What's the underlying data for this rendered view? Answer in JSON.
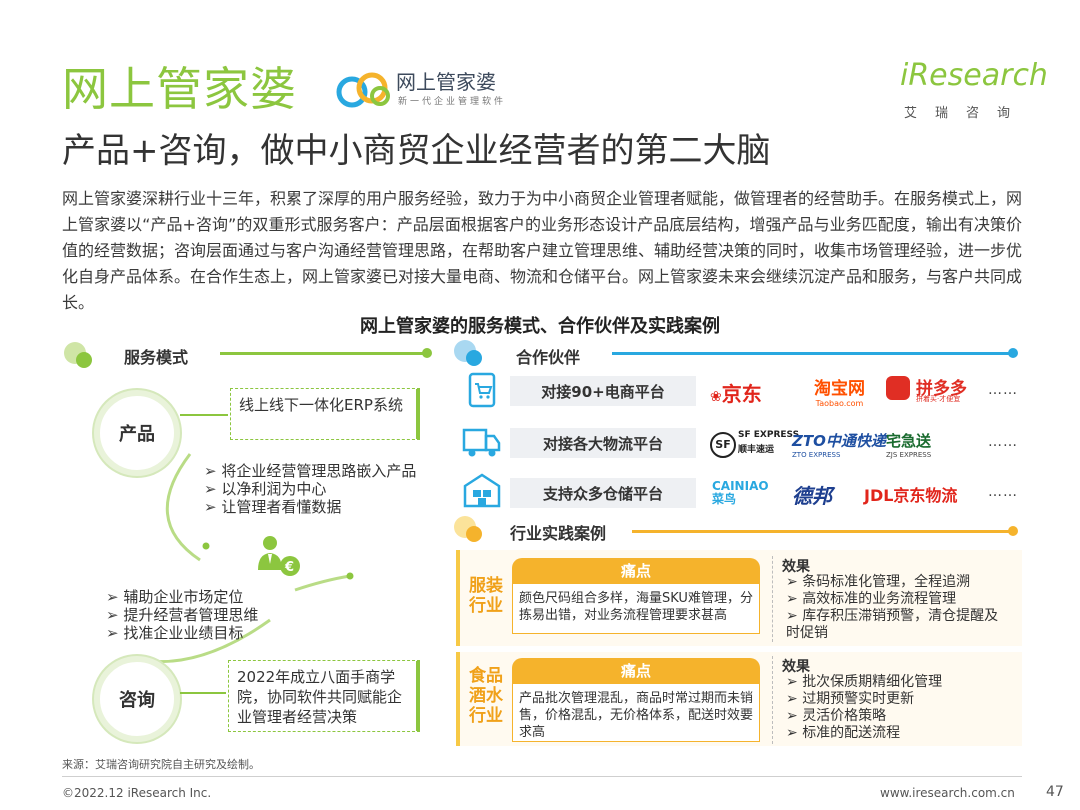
{
  "header": {
    "brand_title": "网上管家婆",
    "logo_name": "网上管家婆",
    "logo_tagline": "新一代企业管理软件",
    "logo_mark": "EQ",
    "ires_main": "iResearch",
    "ires_sub": "艾瑞咨询",
    "subtitle": "产品+咨询，做中小商贸企业经营者的第二大脑"
  },
  "intro": "网上管家婆深耕行业十三年，积累了深厚的用户服务经验，致力于为中小商贸企业管理者赋能，做管理者的经营助手。在服务模式上，网上管家婆以“产品+咨询”的双重形式服务客户：产品层面根据客户的业务形态设计产品底层结构，增强产品与业务匹配度，输出有决策价值的经营数据；咨询层面通过与客户沟通经营管理思路，在帮助客户建立管理思维、辅助经营决策的同时，收集市场管理经验，进一步优化自身产品体系。在合作生态上，网上管家婆已对接大量电商、物流和仓储平台。网上管家婆未来会继续沉淀产品和服务，与客户共同成长。",
  "figure_title": "网上管家婆的服务模式、合作伙伴及实践案例",
  "service": {
    "label": "服务模式",
    "product": {
      "node": "产品",
      "box": "线上线下一体化ERP系统",
      "points": [
        "将企业经营管理思路嵌入产品",
        "以净利润为中心",
        "让管理者看懂数据"
      ]
    },
    "consult": {
      "node": "咨询",
      "points": [
        "辅助企业市场定位",
        "提升经营者管理思维",
        "找准企业业绩目标"
      ],
      "box": "2022年成立八面手商学院，协同软件共同赋能企业管理者经营决策"
    }
  },
  "partners": {
    "label": "合作伙伴",
    "rows": [
      {
        "pill": "对接90+电商平台",
        "logos": [
          "京东",
          "淘宝网",
          "拼多多"
        ],
        "logo_subs": [
          "",
          "Taobao.com",
          "拼着买·才便宜"
        ]
      },
      {
        "pill": "对接各大物流平台",
        "logos": [
          "SF EXPRESS",
          "ZTO中通快递",
          "宅急送"
        ],
        "logo_subs": [
          "顺丰速运",
          "ZTO EXPRESS",
          "ZJS EXPRESS"
        ]
      },
      {
        "pill": "支持众多仓储平台",
        "logos": [
          "CAINIAO 菜鸟",
          "德邦",
          "JDL京东物流"
        ],
        "logo_subs": [
          "",
          "",
          ""
        ]
      }
    ],
    "more": "……",
    "colors": {
      "jd": "#e1251b",
      "taobao": "#ff5000",
      "pdd": "#e02e24",
      "zto": "#1e4fa1",
      "deppon": "#1e3f8f",
      "jdl": "#e1251b"
    }
  },
  "cases": {
    "label": "行业实践案例",
    "pain_head": "痛点",
    "effect_head": "效果",
    "items": [
      {
        "industry": "服装行业",
        "pain": "颜色尺码组合多样，海量SKU难管理，分拣易出错，对业务流程管理要求甚高",
        "effects": [
          "条码标准化管理，全程追溯",
          "高效标准的业务流程管理",
          "库存积压滞销预警，清仓提醒及时促销"
        ]
      },
      {
        "industry": "食品酒水行业",
        "pain": "产品批次管理混乱，商品时常过期而未销售，价格混乱，无价格体系，配送时效要求高",
        "effects": [
          "批次保质期精细化管理",
          "过期预警实时更新",
          "灵活价格策略",
          "标准的配送流程"
        ]
      }
    ]
  },
  "footer": {
    "source": "来源：艾瑞咨询研究院自主研究及绘制。",
    "copyright": "©2022.12 iResearch Inc.",
    "url": "www.iresearch.com.cn",
    "page": "47"
  },
  "colors": {
    "accent_green": "#8cc63f",
    "accent_blue": "#29a8e0",
    "accent_yellow": "#f5b32c"
  }
}
